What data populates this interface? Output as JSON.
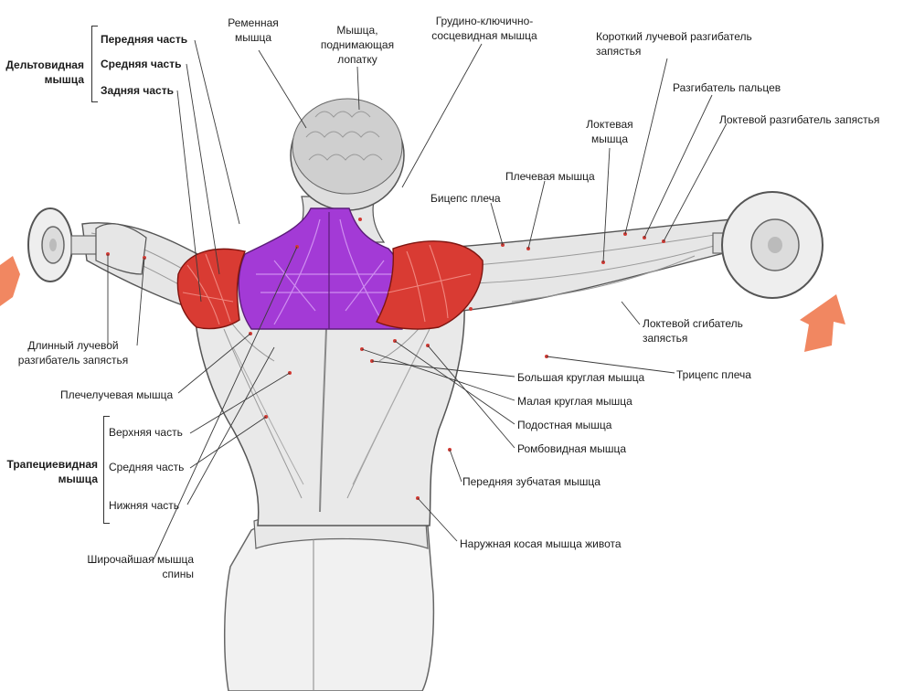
{
  "colors": {
    "deltoid": "#d93b33",
    "trapezius": "#a33ad6",
    "skin": "#ececec",
    "outline": "#555555",
    "arrow": "#f07a50",
    "leader": "#3a3a3a"
  },
  "icons": [
    "dumbbell-left",
    "dumbbell-right",
    "arrow-up-left",
    "arrow-up-right"
  ],
  "groups": {
    "deltoid": {
      "title": [
        "Дельтовидная",
        "мышца"
      ],
      "parts": [
        "Передняя часть",
        "Средняя часть",
        "Задняя часть"
      ]
    },
    "trapezius": {
      "title": [
        "Трапециевидная",
        "мышца"
      ],
      "parts": [
        "Верхняя часть",
        "Средняя часть",
        "Нижняя часть"
      ]
    }
  },
  "labels": {
    "splenius": [
      "Ременная",
      "мышца"
    ],
    "levator": [
      "Мышца,",
      "поднимающая",
      "лопатку"
    ],
    "sternocleidomastoid": [
      "Грудино-ключично-",
      "сосцевидная мышца"
    ],
    "ecrb": [
      "Короткий лучевой разгибатель",
      "запястья"
    ],
    "extensor_digitorum": "Разгибатель пальцев",
    "ecu": "Локтевой разгибатель запястья",
    "anconeus": [
      "Локтевая",
      "мышца"
    ],
    "brachialis": "Плечевая мышца",
    "biceps": "Бицепс плеча",
    "fcu": [
      "Локтевой сгибатель",
      "запястья"
    ],
    "triceps": "Трицепс плеча",
    "teres_major": "Большая круглая мышца",
    "teres_minor": "Малая круглая мышца",
    "infraspinatus": "Подостная мышца",
    "rhomboid": "Ромбовидная мышца",
    "serratus": "Передняя зубчатая мышца",
    "external_oblique": "Наружная косая мышца живота",
    "ecrl": [
      "Длинный лучевой",
      "разгибатель запястья"
    ],
    "brachioradialis": "Плечелучевая мышца",
    "latissimus": [
      "Широчайшая мышца",
      "спины"
    ]
  }
}
